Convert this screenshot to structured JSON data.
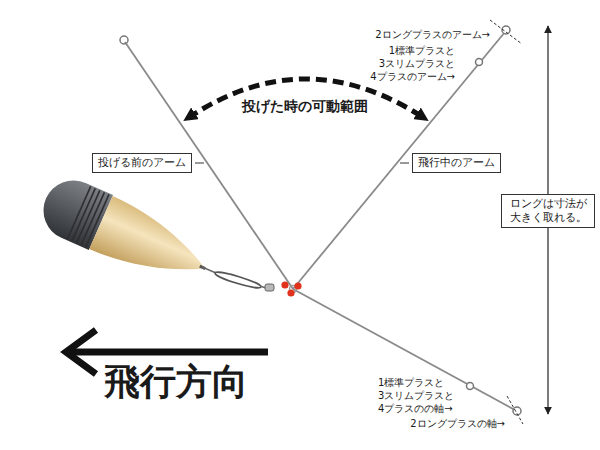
{
  "diagram": {
    "nodes": [
      {
        "text": [
          "投げる前のアーム"
        ]
      },
      {
        "text": [
          "飛行中のアーム"
        ]
      },
      {
        "text": [
          "ロングは寸法が 大きく取れる。"
        ]
      }
    ],
    "labels": [
      "投げた時の可動範囲",
      "2ロングプラスのアーム→",
      "1標準プラスと 3スリムプラスと 4プラスのアーム→",
      "1標準プラスと 3スリムプラスと 4プラスのの軸→",
      "2ロングプラスの軸→",
      "飛行方向"
    ]
  }
}
